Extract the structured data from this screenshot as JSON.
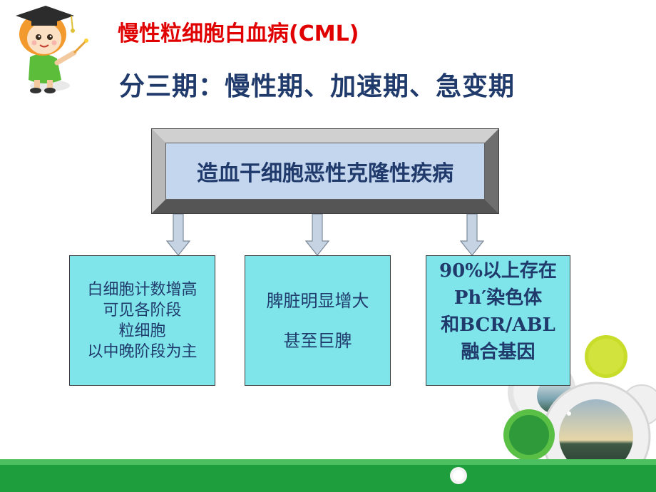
{
  "slide": {
    "title": "慢性粒细胞白血病(CML)",
    "subtitle": "分三期：慢性期、加速期、急变期",
    "main_box": "造血干细胞恶性克隆性疾病",
    "cards": [
      {
        "lines": [
          "白细胞计数增高",
          "可见各阶段",
          "粒细胞",
          "以中晚阶段为主"
        ]
      },
      {
        "lines": [
          "脾脏明显增大",
          "甚至巨脾"
        ]
      },
      {
        "lines": [
          "90%以上存在",
          "Ph′染色体",
          "和BCR/ABL",
          "融合基因"
        ]
      }
    ]
  },
  "colors": {
    "title": "#e00000",
    "text": "#1f3a6b",
    "card_fill": "#7fe5eb",
    "main_fill": "#c4d6ee",
    "band_green": "#1e9e3c",
    "circle_green": "#8cc63f"
  }
}
